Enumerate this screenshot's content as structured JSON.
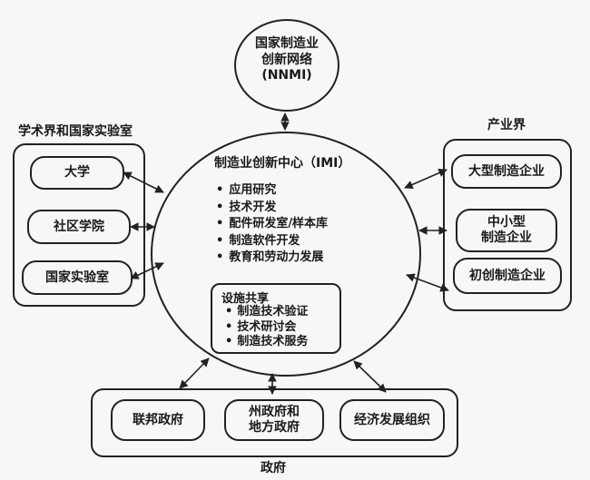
{
  "nnmi": {
    "label": "国家制造业\n创新网络\n(NNMI)"
  },
  "imi": {
    "title": "制造业创新中心（IMI）",
    "activities": [
      "应用研究",
      "技术开发",
      "配件研发室/样本库",
      "制造软件开发",
      "教育和劳动力发展"
    ],
    "facility_sharing": {
      "title": "设施共享",
      "items": [
        "制造技术验证",
        "技术研讨会",
        "制造技术服务"
      ]
    }
  },
  "academia": {
    "title": "学术界和国家实验室",
    "items": [
      "大学",
      "社区学院",
      "国家实验室"
    ]
  },
  "industry": {
    "title": "产业界",
    "items": [
      "大型制造企业",
      "中小型\n制造企业",
      "初创制造企业"
    ]
  },
  "government": {
    "title": "政府",
    "items": [
      "联邦政府",
      "州政府和\n地方政府",
      "经济发展组织"
    ]
  },
  "colors": {
    "stroke": "#222222",
    "background": "#f7f7f5",
    "text": "#1a1a1a"
  }
}
